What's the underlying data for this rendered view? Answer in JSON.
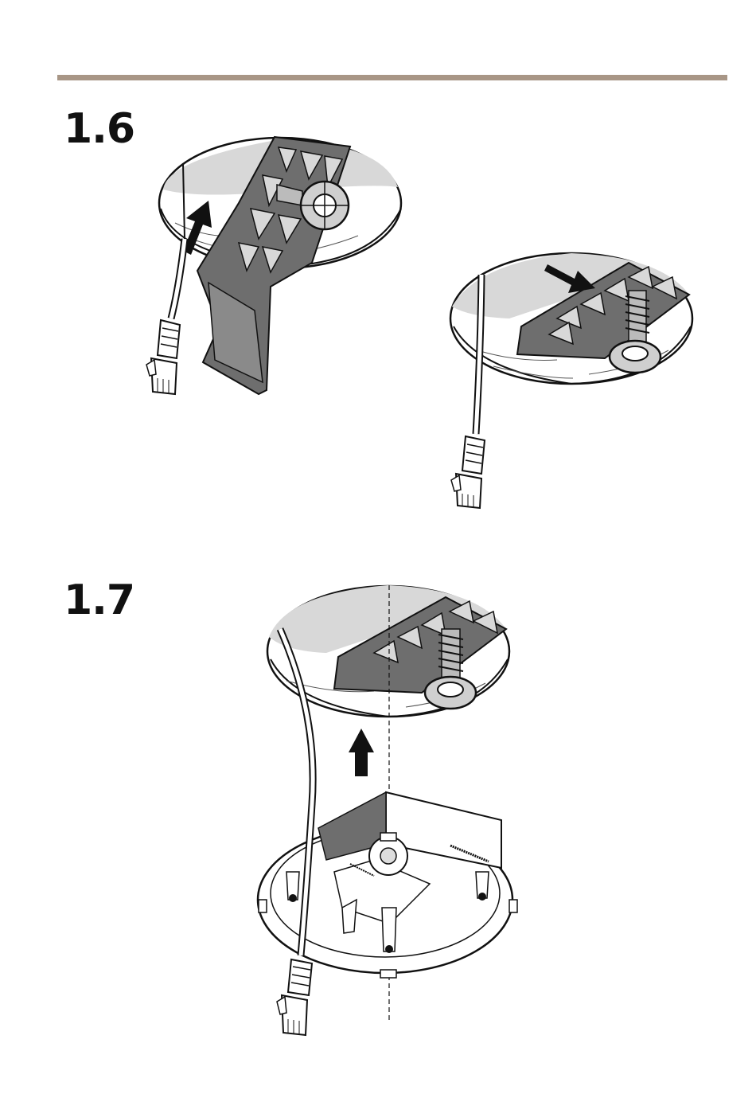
{
  "steps": [
    {
      "number": "1.6"
    },
    {
      "number": "1.7"
    }
  ],
  "colors": {
    "rule": "#a89686",
    "ink": "#111111",
    "bracket": "#6e6e6e",
    "ceiling_shade": "#d8d8d8"
  },
  "illustrations": [
    {
      "step": "1.6",
      "description_icon": "ceiling-bracket-install-illustration"
    },
    {
      "step": "1.6",
      "description_icon": "ceiling-bracket-screw-detail-illustration"
    },
    {
      "step": "1.7",
      "description_icon": "camera-base-mount-illustration"
    }
  ]
}
